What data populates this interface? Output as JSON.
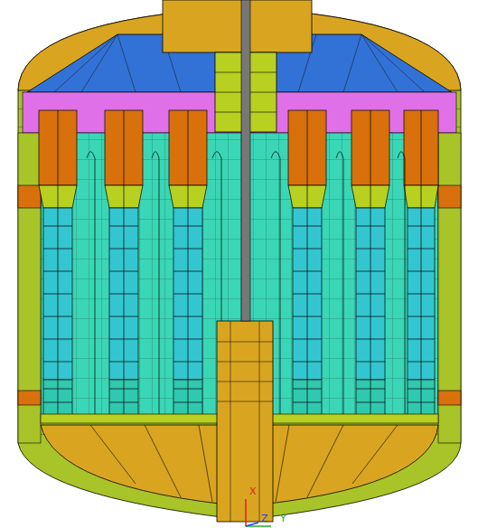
{
  "diagram": {
    "labels": [
      "X",
      "Z",
      "Y"
    ]
  }
}
